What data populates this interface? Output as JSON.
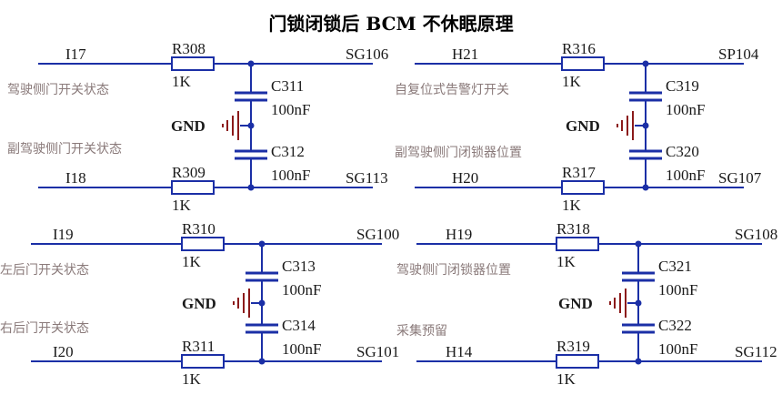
{
  "title": "门锁闭锁后 BCM 不休眠原理",
  "blocks": [
    {
      "top_net": "I17",
      "top_res": "R308",
      "top_res_val": "1K",
      "top_out": "SG106",
      "top_desc": "驾驶侧门开关状态",
      "cap1": "C311",
      "cap1_val": "100nF",
      "gnd": "GND",
      "cap2": "C312",
      "cap2_val": "100nF",
      "bot_desc": "副驾驶侧门开关状态",
      "bot_net": "I18",
      "bot_res": "R309",
      "bot_res_val": "1K",
      "bot_out": "SG113"
    },
    {
      "top_net": "H21",
      "top_res": "R316",
      "top_res_val": "1K",
      "top_out": "SP104",
      "top_desc": "自复位式告警灯开关",
      "cap1": "C319",
      "cap1_val": "100nF",
      "gnd": "GND",
      "cap2": "C320",
      "cap2_val": "100nF",
      "bot_desc": "副驾驶侧门闭锁器位置",
      "bot_net": "H20",
      "bot_res": "R317",
      "bot_res_val": "1K",
      "bot_out": "SG107"
    },
    {
      "top_net": "I19",
      "top_res": "R310",
      "top_res_val": "1K",
      "top_out": "SG100",
      "top_desc": "左后门开关状态",
      "cap1": "C313",
      "cap1_val": "100nF",
      "gnd": "GND",
      "cap2": "C314",
      "cap2_val": "100nF",
      "bot_desc": "右后门开关状态",
      "bot_net": "I20",
      "bot_res": "R311",
      "bot_res_val": "1K",
      "bot_out": "SG101"
    },
    {
      "top_net": "H19",
      "top_res": "R318",
      "top_res_val": "1K",
      "top_out": "SG108",
      "top_desc": "驾驶侧门闭锁器位置",
      "cap1": "C321",
      "cap1_val": "100nF",
      "gnd": "GND",
      "cap2": "C322",
      "cap2_val": "100nF",
      "bot_desc": "采集预留",
      "bot_net": "H14",
      "bot_res": "R319",
      "bot_res_val": "1K",
      "bot_out": "SG112"
    }
  ]
}
